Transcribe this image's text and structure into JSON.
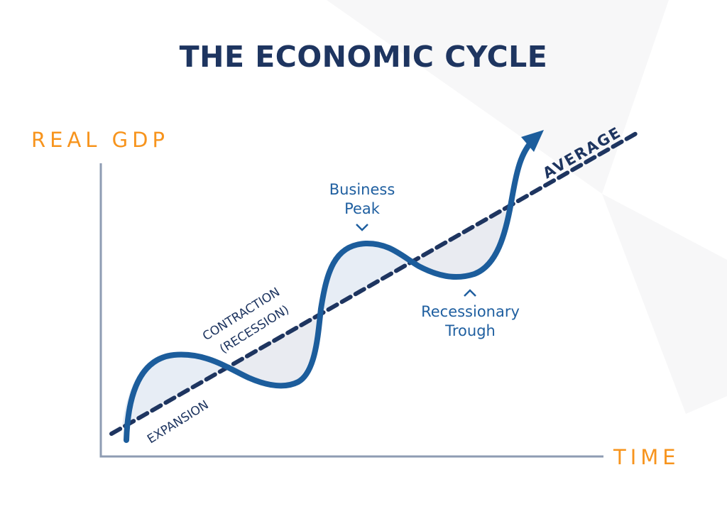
{
  "title": "THE ECONOMIC CYCLE",
  "axes": {
    "y_label": "REAL GDP",
    "x_label": "TIME"
  },
  "annotations": {
    "peak_line1": "Business",
    "peak_line2": "Peak",
    "trough_line1": "Recessionary",
    "trough_line2": "Trough",
    "expansion": "EXPANSION",
    "contraction_line1": "CONTRACTION",
    "contraction_line2": "(RECESSION)",
    "average": "AVERAGE"
  },
  "colors": {
    "title": "#1e3560",
    "axis_label": "#f7941d",
    "curve": "#1c5d9c",
    "average_line": "#1e3560",
    "axis_line": "#8e9cb3",
    "annotation": "#1f5fa0",
    "fill": "#e7ebf2"
  },
  "icons": {
    "peak_marker": "chevron-down-icon",
    "trough_marker": "chevron-up-icon",
    "growth_arrow": "arrow-up-right-icon"
  }
}
